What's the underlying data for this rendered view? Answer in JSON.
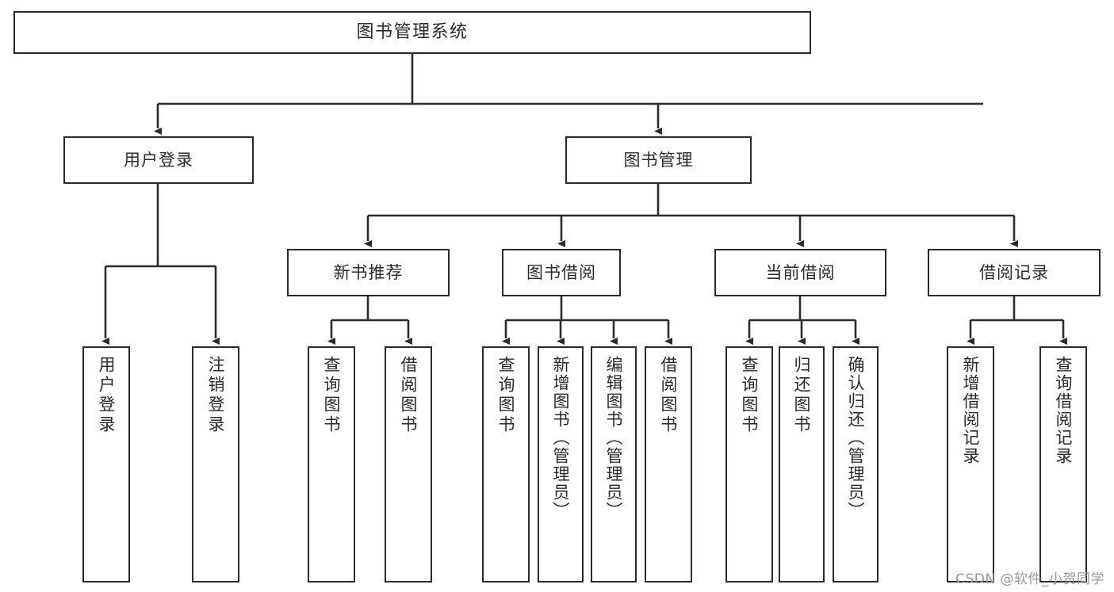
{
  "diagram": {
    "title": "图书管理系统",
    "type": "tree-hierarchy-chart",
    "root": {
      "label": "图书管理系统"
    },
    "level2": [
      {
        "label": "用户登录"
      },
      {
        "label": "图书管理"
      }
    ],
    "level3": [
      {
        "label": "新书推荐"
      },
      {
        "label": "图书借阅"
      },
      {
        "label": "当前借阅"
      },
      {
        "label": "借阅记录"
      }
    ],
    "leaves": {
      "user_login": [
        {
          "label": "用户登录"
        },
        {
          "label": "注销登录"
        }
      ],
      "new_book": [
        {
          "label": "查询图书"
        },
        {
          "label": "借阅图书"
        }
      ],
      "book_borrow": [
        {
          "label": "查询图书"
        },
        {
          "label": "新增图书（管理员）"
        },
        {
          "label": "编辑图书（管理员）"
        },
        {
          "label": "借阅图书"
        }
      ],
      "current_borrow": [
        {
          "label": "查询图书"
        },
        {
          "label": "归还图书"
        },
        {
          "label": "确认归还（管理员）"
        }
      ],
      "borrow_record": [
        {
          "label": "新增借阅记录"
        },
        {
          "label": "查询借阅记录"
        }
      ]
    },
    "watermark": "CSDN @软件_小贺同学",
    "colors": {
      "stroke": "#2b2b2b",
      "fill": "#ffffff",
      "text": "#2b2b2b",
      "watermark": "#9a9a9a"
    }
  }
}
